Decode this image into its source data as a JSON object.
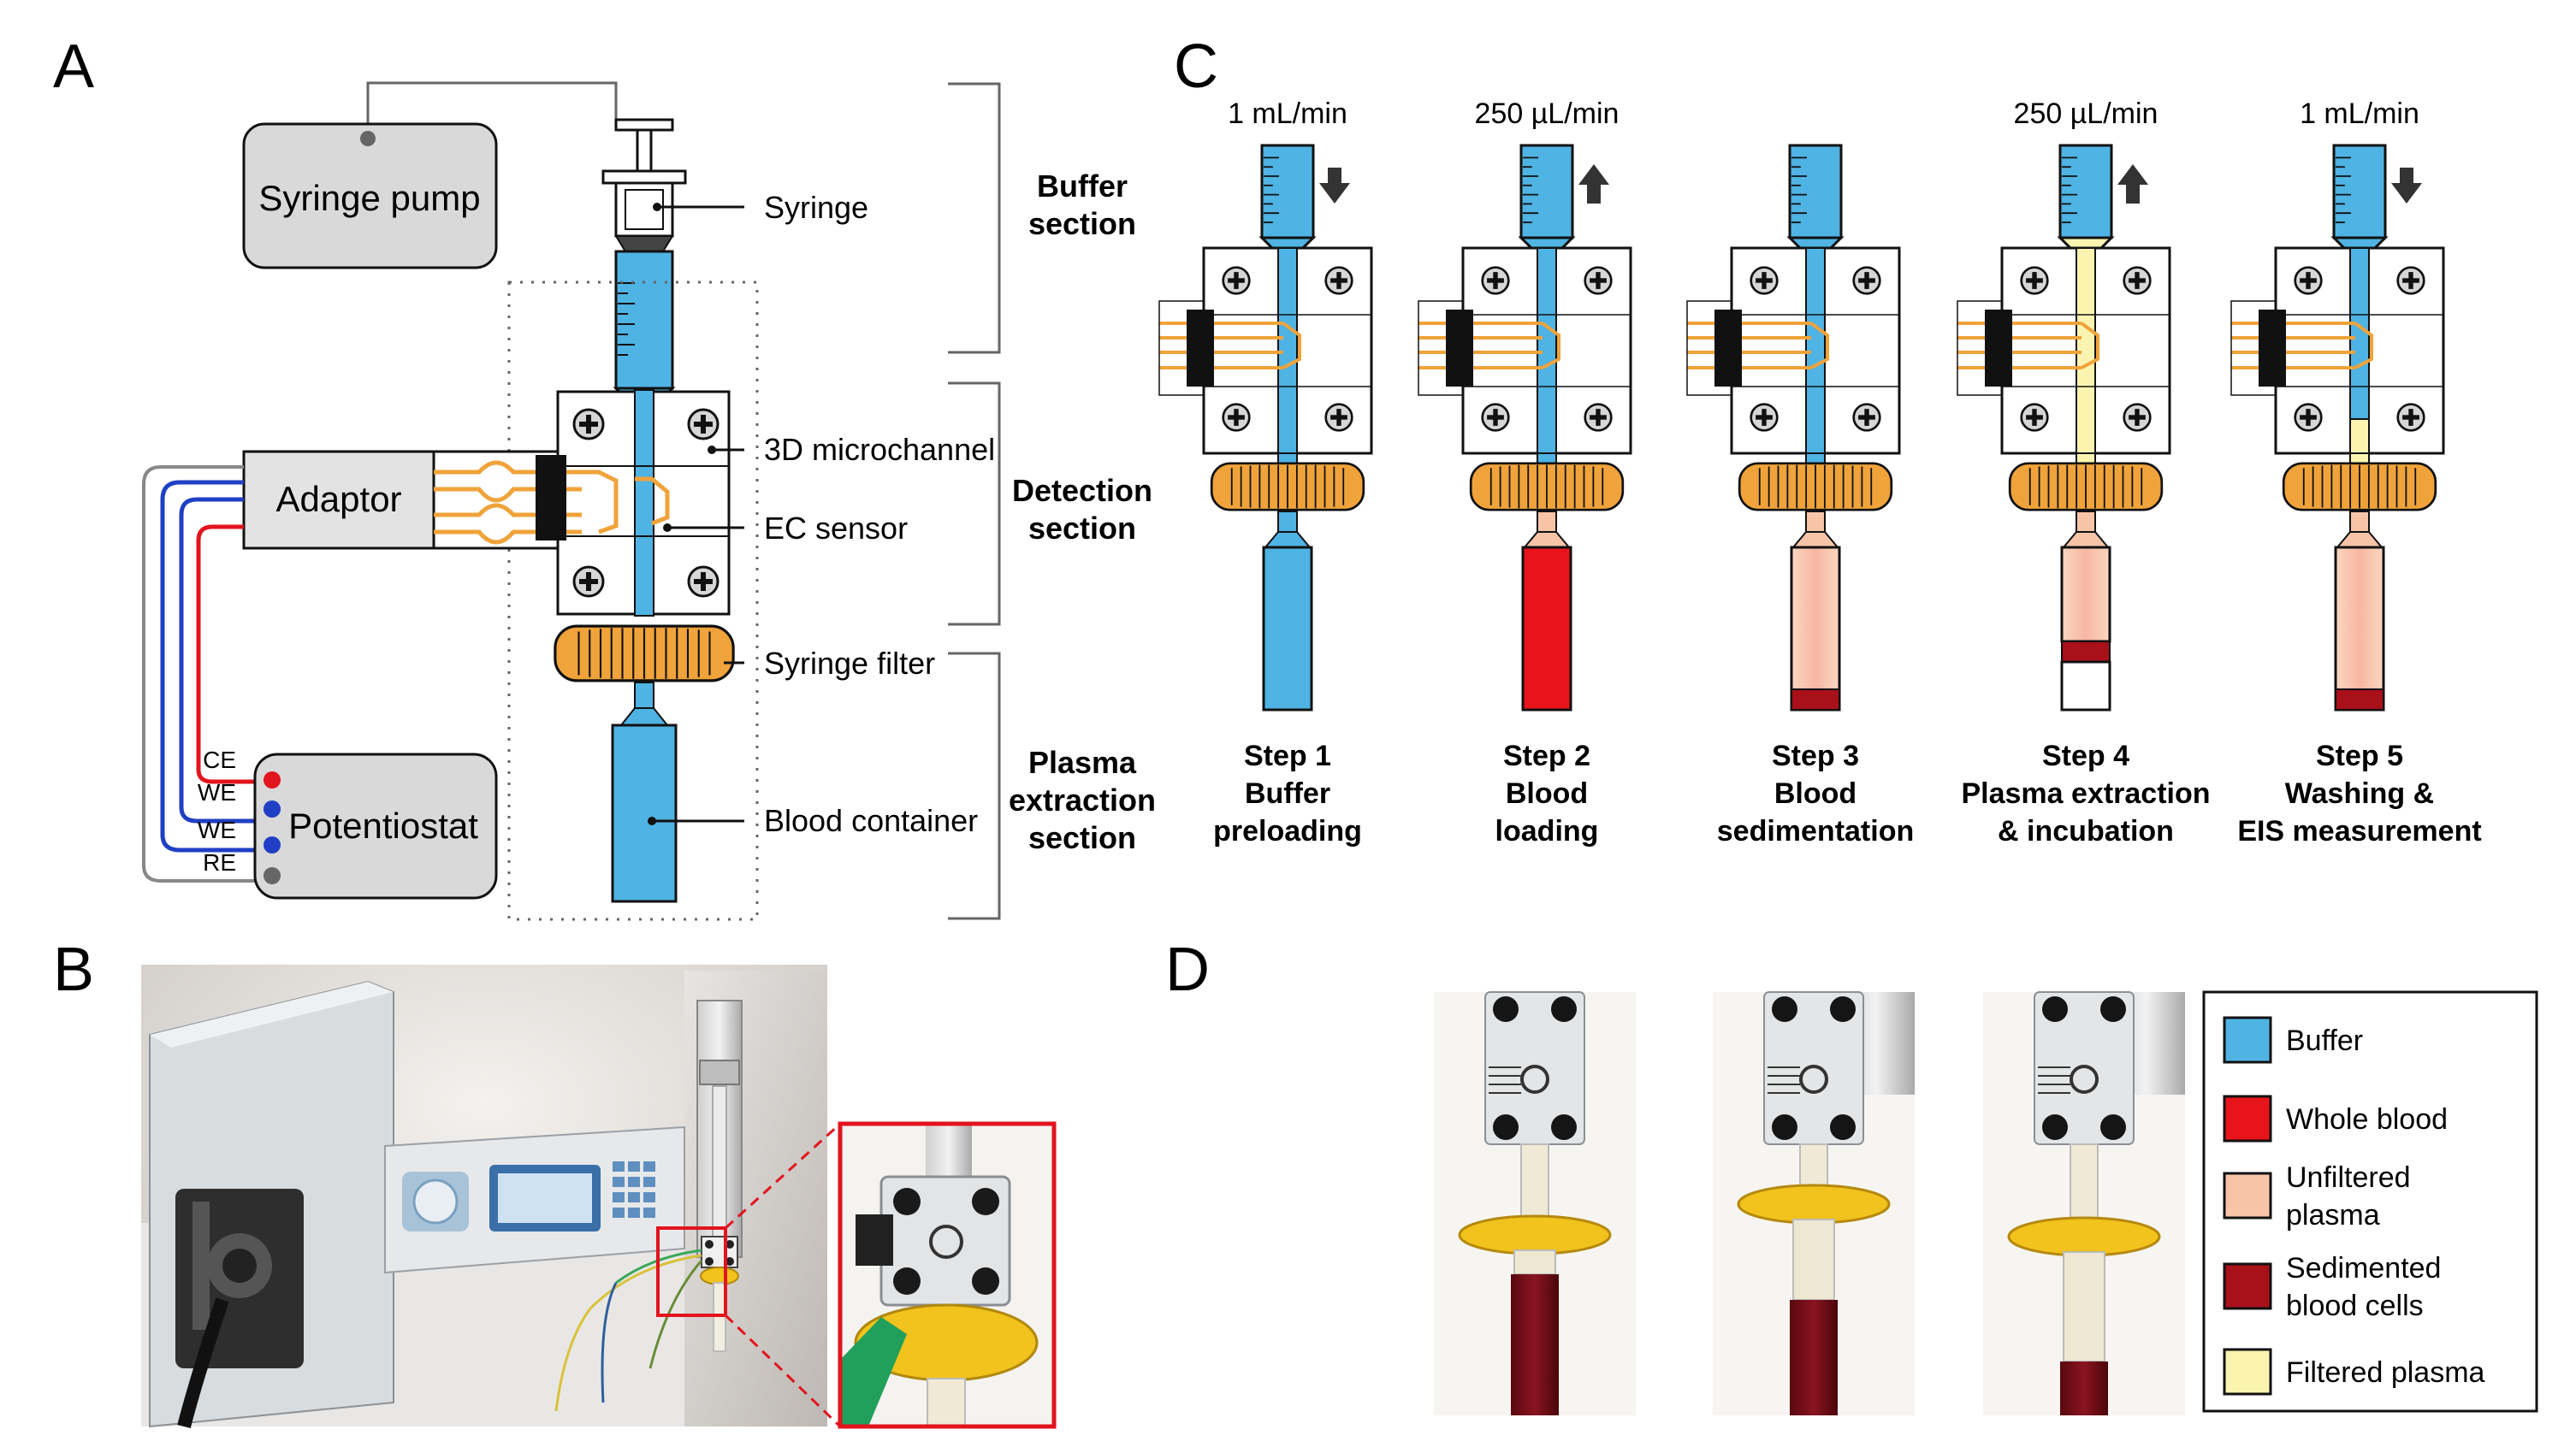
{
  "panels": {
    "a": {
      "letter": "A",
      "devices": {
        "pump": "Syringe pump",
        "adaptor": "Adaptor",
        "potentiostat": "Potentiostat"
      },
      "labels": {
        "syringe": "Syringe",
        "microchannel": "3D microchannel",
        "ec_sensor": "EC sensor",
        "filter": "Syringe filter",
        "container": "Blood container"
      },
      "electrodes": [
        "CE",
        "WE",
        "WE",
        "RE"
      ],
      "sections": {
        "buffer": [
          "Buffer",
          "section"
        ],
        "detection": [
          "Detection",
          "section"
        ],
        "plasma": [
          "Plasma",
          "extraction",
          "section"
        ]
      }
    },
    "b": {
      "letter": "B"
    },
    "c": {
      "letter": "C",
      "steps": [
        {
          "rate": "1 mL/min",
          "arrow": "down",
          "lines": [
            "Step 1",
            "Buffer",
            "preloading"
          ]
        },
        {
          "rate": "250 µL/min",
          "arrow": "up",
          "lines": [
            "Step 2",
            "Blood",
            "loading"
          ]
        },
        {
          "rate": "",
          "arrow": "none",
          "lines": [
            "Step 3",
            "Blood",
            "sedimentation"
          ]
        },
        {
          "rate": "250 µL/min",
          "arrow": "up",
          "lines": [
            "Step 4",
            "Plasma extraction",
            "& incubation"
          ]
        },
        {
          "rate": "1 mL/min",
          "arrow": "down",
          "lines": [
            "Step 5",
            "Washing &",
            "EIS measurement"
          ]
        }
      ]
    },
    "d": {
      "letter": "D",
      "legend": [
        {
          "lines": [
            "Buffer"
          ],
          "color": "#4fb3e3"
        },
        {
          "lines": [
            "Whole blood"
          ],
          "color": "#e8141c"
        },
        {
          "lines": [
            "Unfiltered",
            "plasma"
          ],
          "color": "#f8c4a8"
        },
        {
          "lines": [
            "Sedimented",
            "blood cells"
          ],
          "color": "#a8101a"
        },
        {
          "lines": [
            "Filtered plasma"
          ],
          "color": "#fbf4b0"
        }
      ]
    }
  }
}
